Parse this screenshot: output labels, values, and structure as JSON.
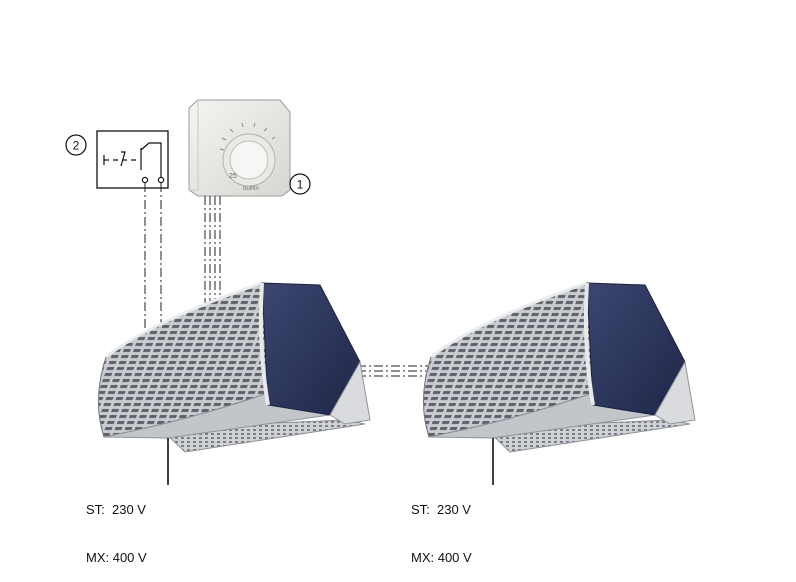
{
  "callouts": {
    "thermostat": "1",
    "switch": "2"
  },
  "thermostat": {
    "brand": "bullfin",
    "dial_mark": "25"
  },
  "units": [
    {
      "line1": "ST:  230 V",
      "line2": "MX: 400 V"
    },
    {
      "line1": "ST:  230 V",
      "line2": "MX: 400 V"
    }
  ]
}
